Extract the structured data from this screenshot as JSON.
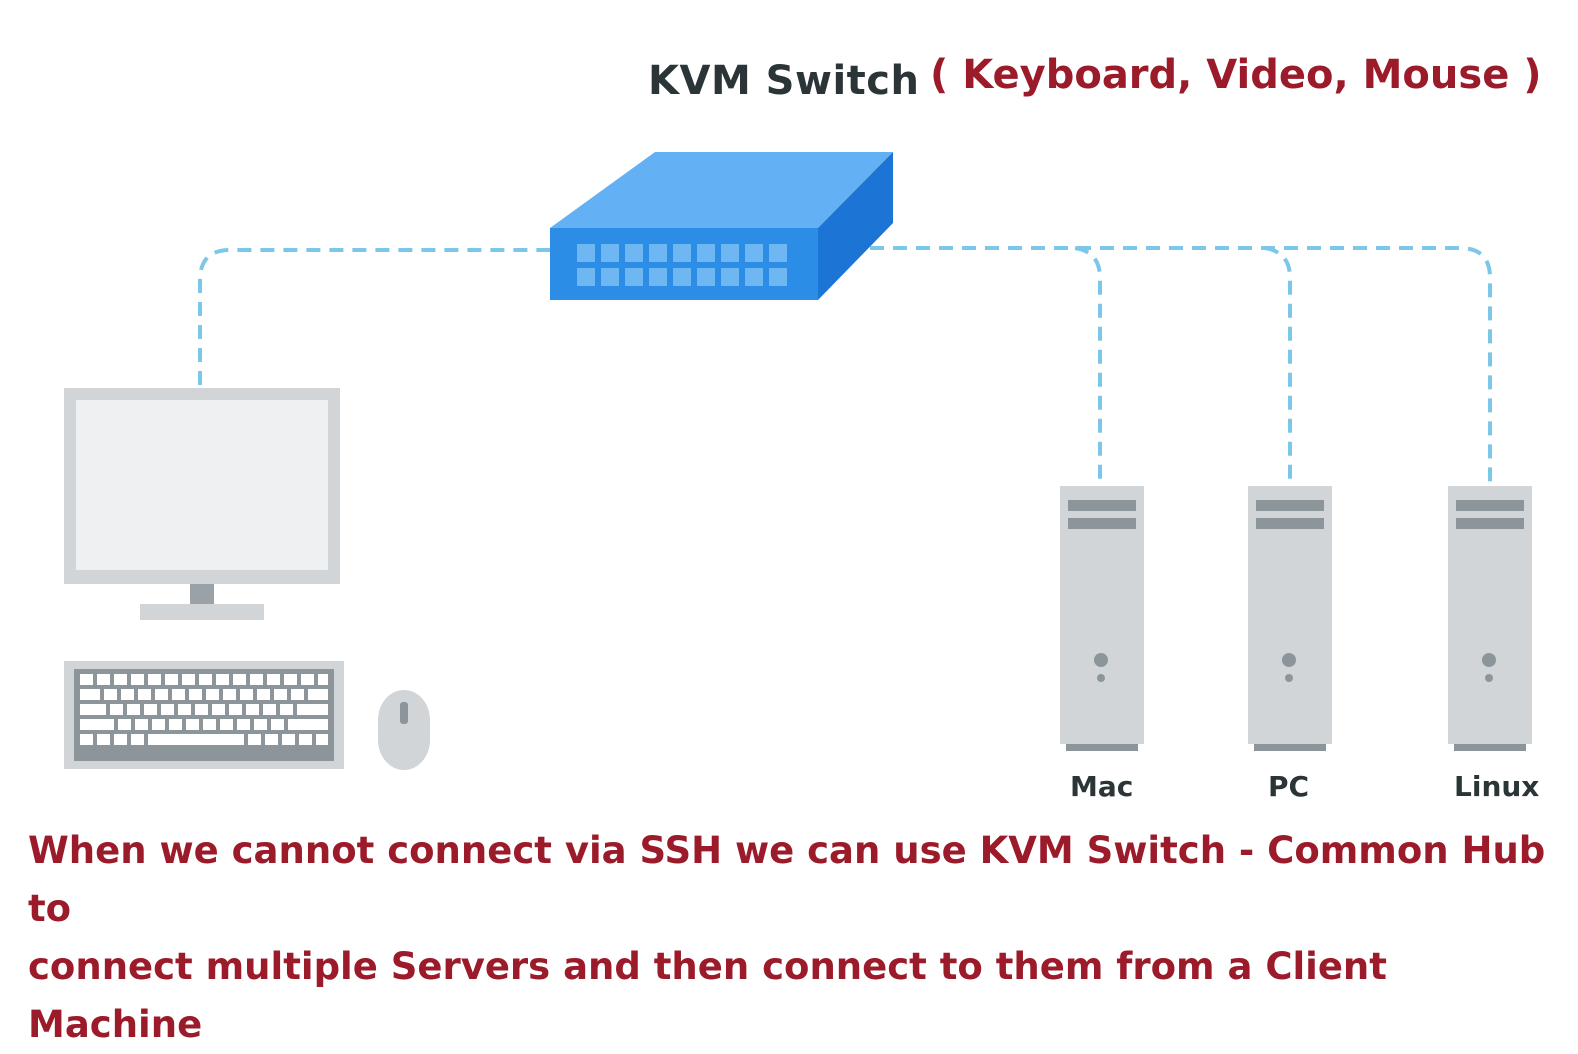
{
  "header": {
    "title": "KVM Switch",
    "subtitle": "( Keyboard, Video, Mouse )"
  },
  "servers": [
    {
      "label": "Mac"
    },
    {
      "label": "PC"
    },
    {
      "label": "Linux"
    }
  ],
  "caption": {
    "line1": "When we cannot connect via SSH we can use KVM Switch - Common Hub to",
    "line2": "connect multiple Servers and then connect to them from a Client Machine"
  },
  "colors": {
    "switch_top": "#64b0f4",
    "switch_front": "#2b8de6",
    "switch_side": "#1c74d4",
    "cable": "#7cc7e8",
    "device_gray": "#d1d5d8",
    "caption_red": "#9b1b2a"
  }
}
